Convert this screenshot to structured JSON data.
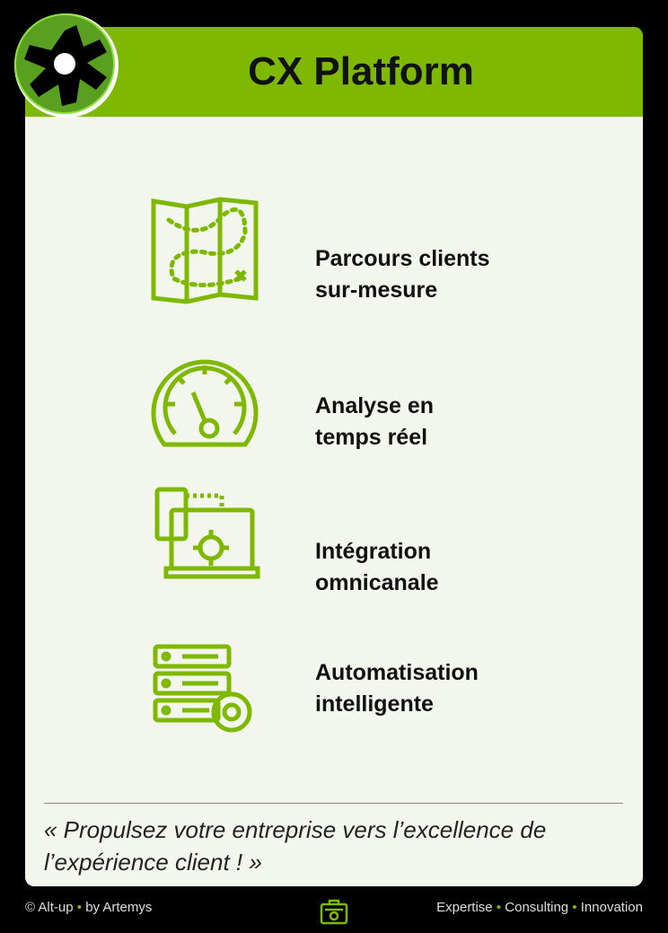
{
  "header": {
    "title": "CX Platform"
  },
  "features": [
    {
      "icon": "map-icon",
      "line1": "Parcours clients",
      "line2": "sur-mesure"
    },
    {
      "icon": "speedometer-icon",
      "line1": "Analyse en",
      "line2": "temps réel"
    },
    {
      "icon": "devices-integration-icon",
      "line1": "Intégration",
      "line2": "omnicanale"
    },
    {
      "icon": "server-gear-icon",
      "line1": "Automatisation",
      "line2": "intelligente"
    }
  ],
  "quote": "« Propulsez votre entreprise vers l’excellence de l’expérience client ! »",
  "footer": {
    "left_a": "© Alt-up",
    "left_b": "by Artemys",
    "sep": "•",
    "right": [
      "Expertise",
      "Consulting",
      "Innovation"
    ]
  },
  "colors": {
    "accent": "#7fb800",
    "panel": "#f3f6ec",
    "background": "#000000"
  }
}
